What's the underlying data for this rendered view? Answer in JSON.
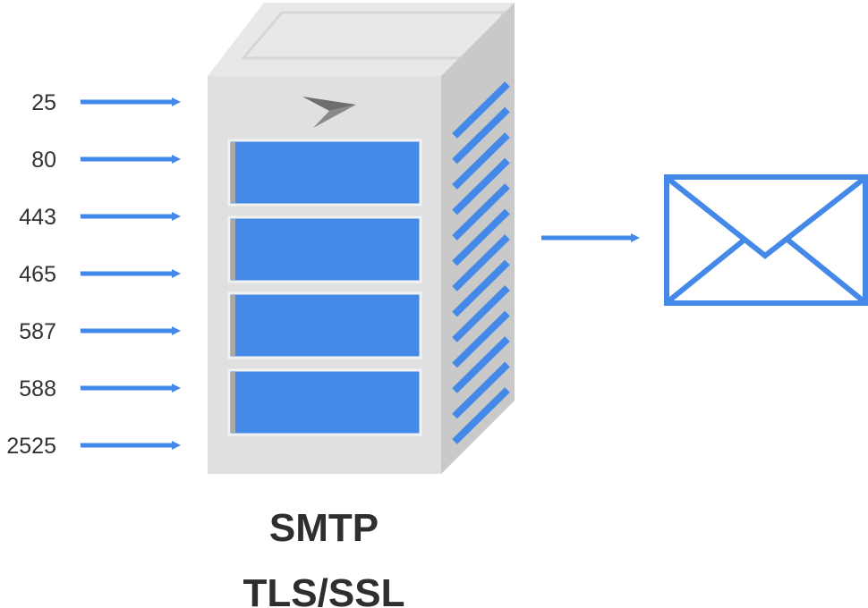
{
  "ports": [
    "25",
    "80",
    "443",
    "465",
    "587",
    "588",
    "2525"
  ],
  "captions": {
    "protocol": "SMTP",
    "security": "TLS/SSL"
  },
  "icons": {
    "server": "server-icon",
    "logo": "paper-plane-icon",
    "envelope": "envelope-icon"
  },
  "colors": {
    "accent": "#4589e8",
    "server_front": "#e0e0e0",
    "server_top": "#e8e8e8",
    "server_side": "#c9c9c9",
    "logo": "#6e6e6e",
    "text": "#333333"
  }
}
